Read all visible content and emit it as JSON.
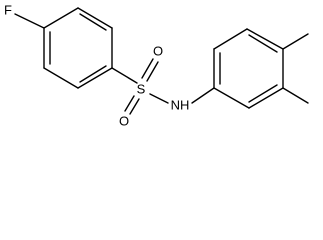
{
  "molecule": {
    "atoms": {
      "fluorine": "F",
      "sulfur": "S",
      "oxygen_top": "O",
      "oxygen_bottom": "O",
      "amide_nh": "NH"
    },
    "colors": {
      "line": "#000000",
      "background": "#ffffff"
    }
  }
}
